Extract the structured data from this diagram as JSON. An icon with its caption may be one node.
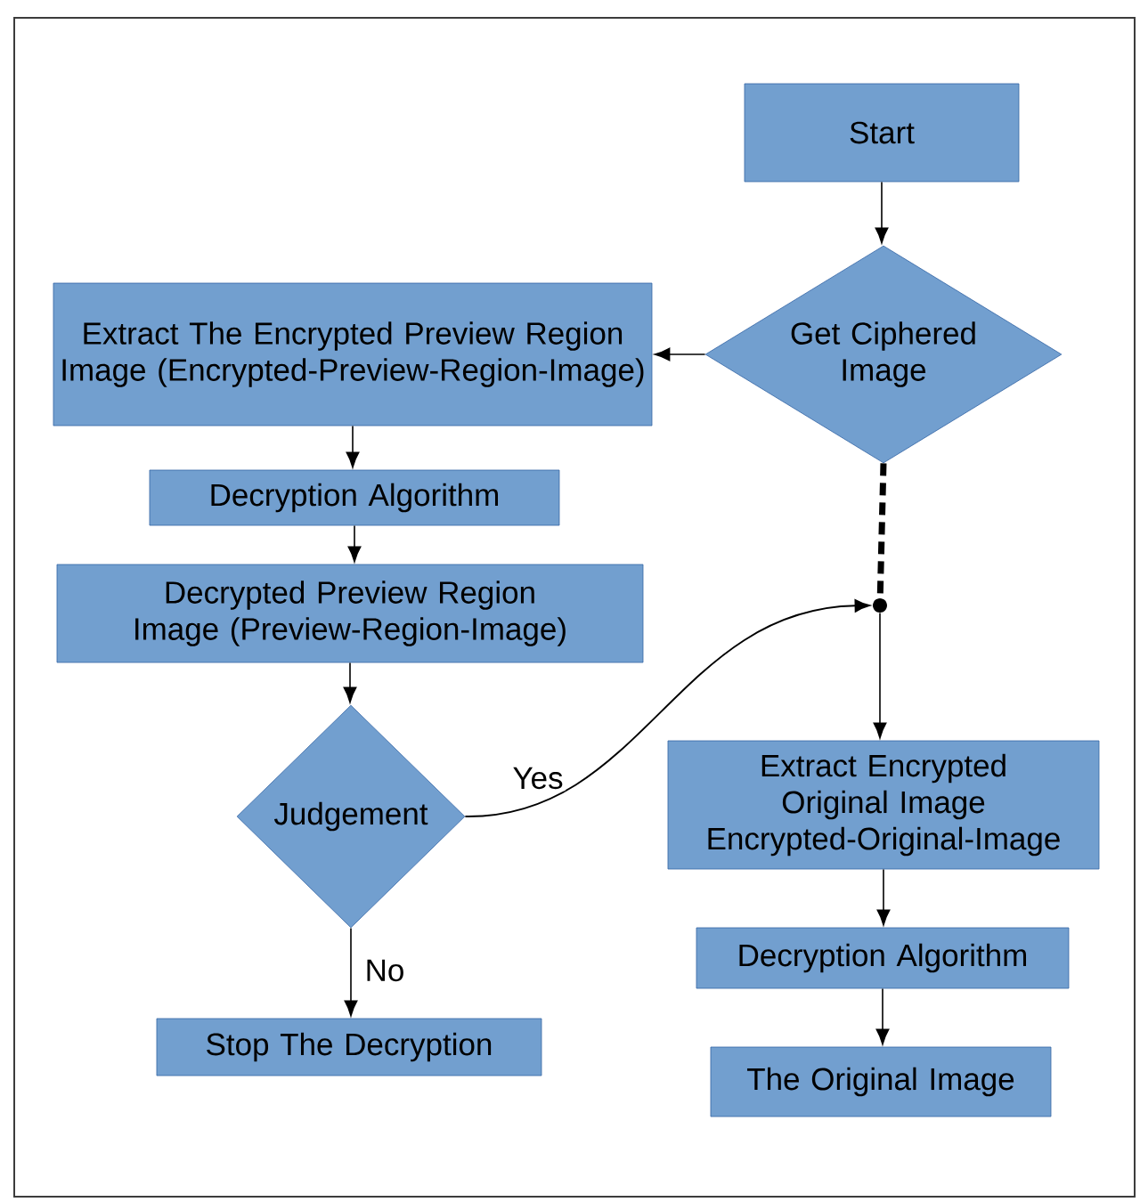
{
  "diagram": {
    "nodes": [
      {
        "text": [
          "Start"
        ]
      },
      {
        "text": [
          "Get Ciphered Image"
        ]
      },
      {
        "text": [
          "Extract The Encrypted Preview Region Image (Encrypted-Preview-Region-Image)"
        ]
      },
      {
        "text": [
          "Decryption Algorithm"
        ]
      },
      {
        "text": [
          "Decrypted Preview Region Image (Preview-Region-Image)"
        ]
      },
      {
        "text": [
          "Judgement"
        ]
      },
      {
        "text": [
          "Stop The Decryption"
        ]
      },
      {
        "text": [],
        "shape": "circle"
      },
      {
        "text": [
          "Extract Encrypted Original Image Encrypted-Original-Image"
        ]
      },
      {
        "text": [
          "Decryption Algorithm"
        ]
      },
      {
        "text": [
          "The Original Image"
        ]
      }
    ],
    "edges": [
      {
        "from": 0,
        "to": 1,
        "arrow": "to"
      },
      {
        "from": 1,
        "to": 2,
        "arrow": "to"
      },
      {
        "from": 2,
        "to": 3,
        "arrow": "to"
      },
      {
        "from": 3,
        "to": 4,
        "arrow": "to"
      },
      {
        "from": 4,
        "to": 5,
        "arrow": "to"
      },
      {
        "from": 5,
        "to": 6,
        "arrow": "to",
        "label": "No"
      },
      {
        "from": 5,
        "to": 7,
        "arrow": "to",
        "label": "Yes"
      },
      {
        "from": 1,
        "to": 7,
        "arrow": "none",
        "style": "dashed"
      },
      {
        "from": 7,
        "to": 8,
        "arrow": "to"
      },
      {
        "from": 8,
        "to": 9,
        "arrow": "to"
      },
      {
        "from": 9,
        "to": 10,
        "arrow": "to"
      }
    ]
  }
}
